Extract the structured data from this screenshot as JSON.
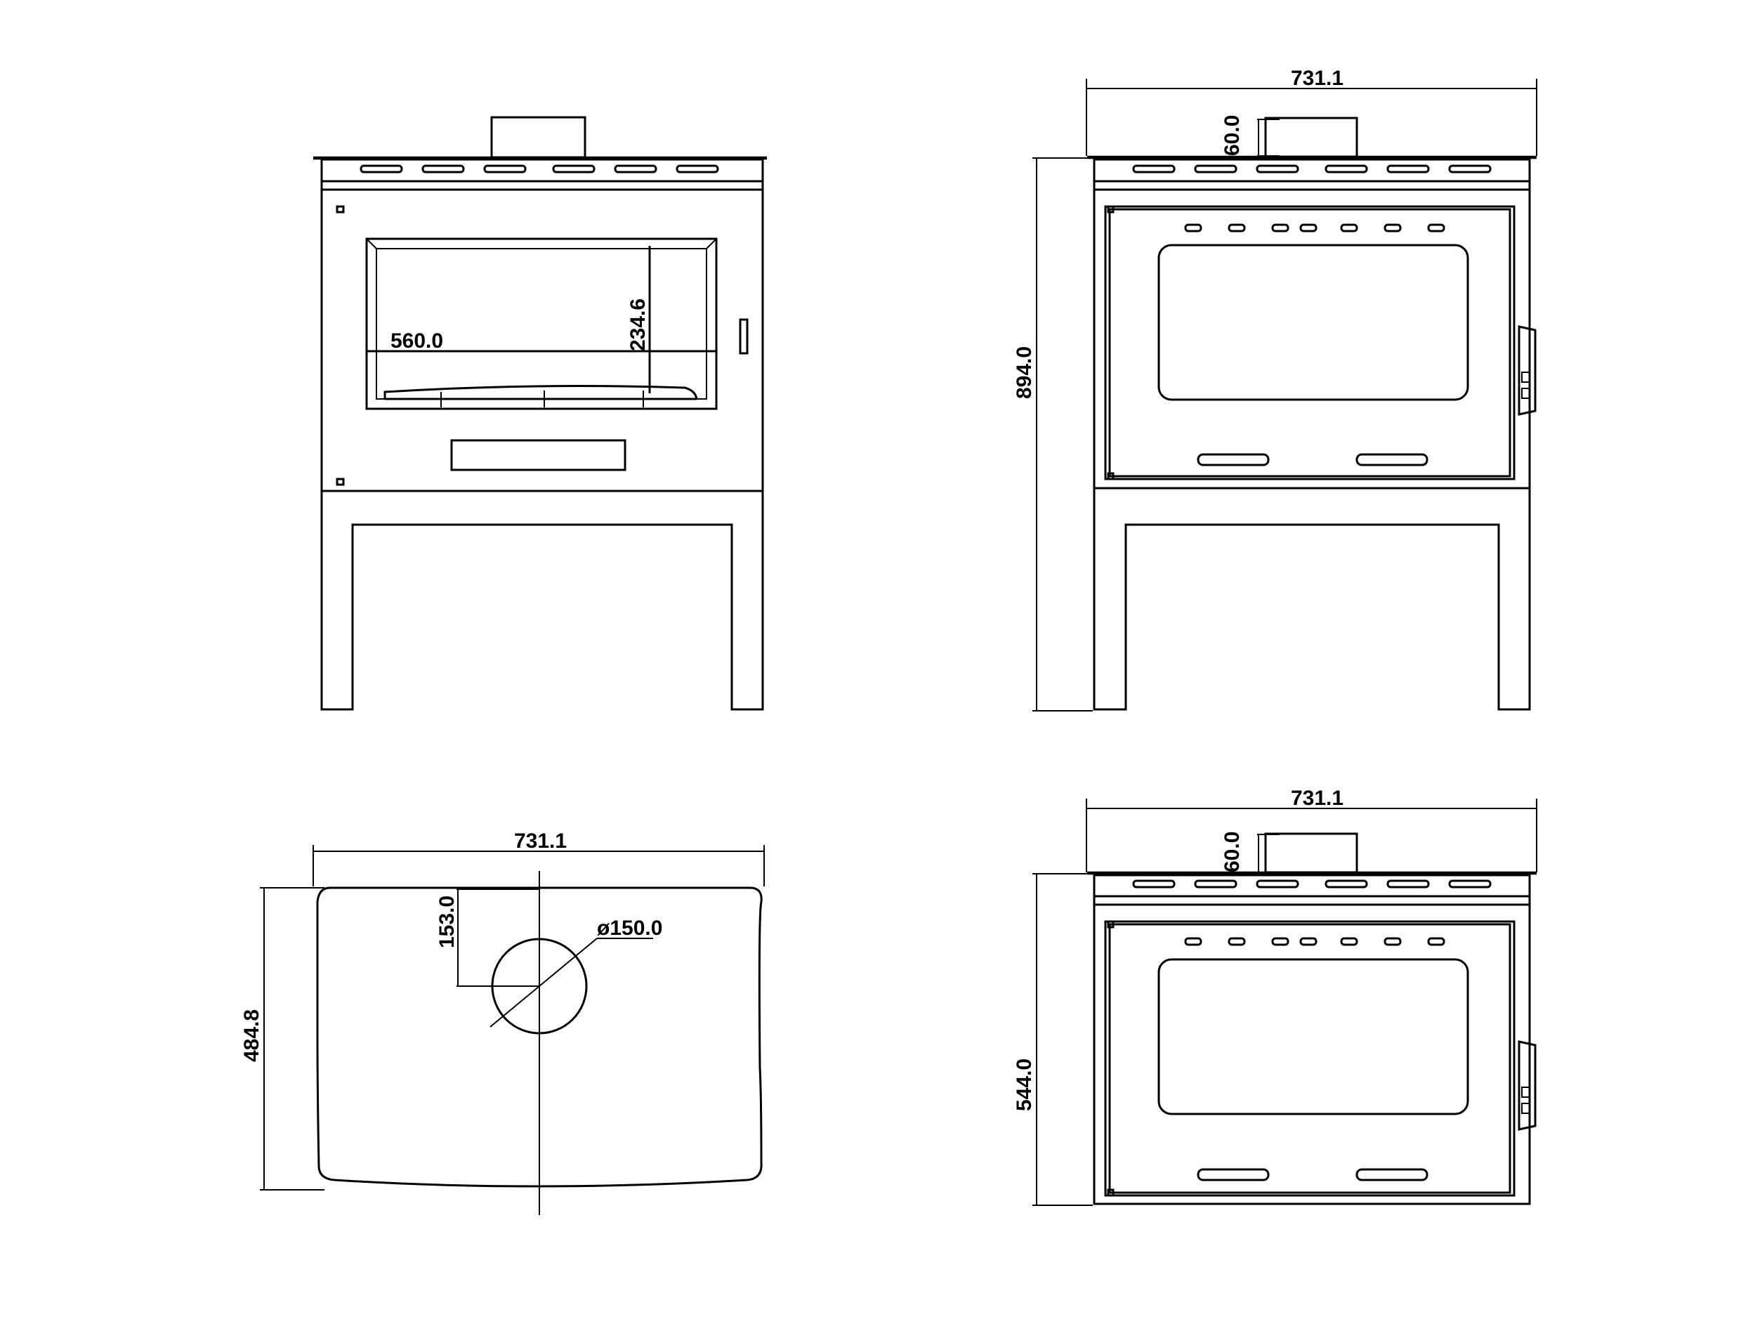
{
  "views": {
    "front": {
      "width_label": "560.0",
      "height_label": "234.6"
    },
    "side": {
      "width_label": "731.1",
      "flue_height_label": "60.0",
      "total_height_label": "894.0"
    },
    "top": {
      "width_label": "731.1",
      "depth_label": "484.8",
      "flue_offset_label": "153.0",
      "flue_diameter_label": "ø150.0"
    },
    "insert": {
      "width_label": "731.1",
      "flue_height_label": "60.0",
      "total_height_label": "544.0"
    }
  }
}
